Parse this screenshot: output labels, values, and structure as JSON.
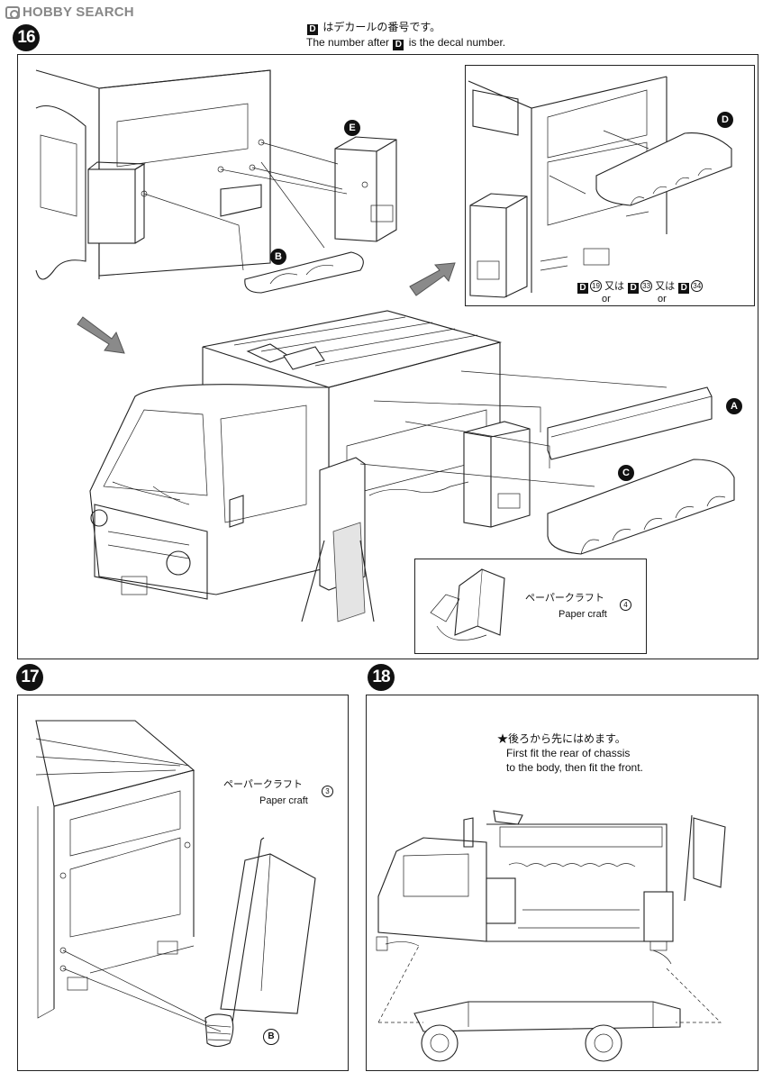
{
  "watermark": {
    "text": "HOBBY SEARCH"
  },
  "steps": {
    "s16": "16",
    "s17": "17",
    "s18": "18"
  },
  "top_note": {
    "d_letter": "D",
    "ja_after": "はデカールの番号です。",
    "en_before": "The number after",
    "en_after": "is the decal number."
  },
  "step16": {
    "part_letters": {
      "E": "E",
      "B": "B",
      "D": "D",
      "A": "A",
      "C": "C"
    },
    "decal_choice": {
      "d1": "D",
      "n1": "19",
      "or1_ja": "又は",
      "or1_en": "or",
      "d2": "D",
      "n2": "33",
      "or2_ja": "又は",
      "or2_en": "or",
      "d3": "D",
      "n3": "34"
    },
    "paper_craft": {
      "ja": "ペーパークラフト",
      "en": "Paper craft",
      "num": "4"
    }
  },
  "step17": {
    "paper_craft": {
      "ja": "ペーパークラフト",
      "en": "Paper craft",
      "num": "3"
    },
    "part_letter": "B"
  },
  "step18": {
    "note_ja": "★後ろから先にはめます。",
    "note_en_1": "First fit the rear of chassis",
    "note_en_2": "to the body, then fit the front."
  }
}
